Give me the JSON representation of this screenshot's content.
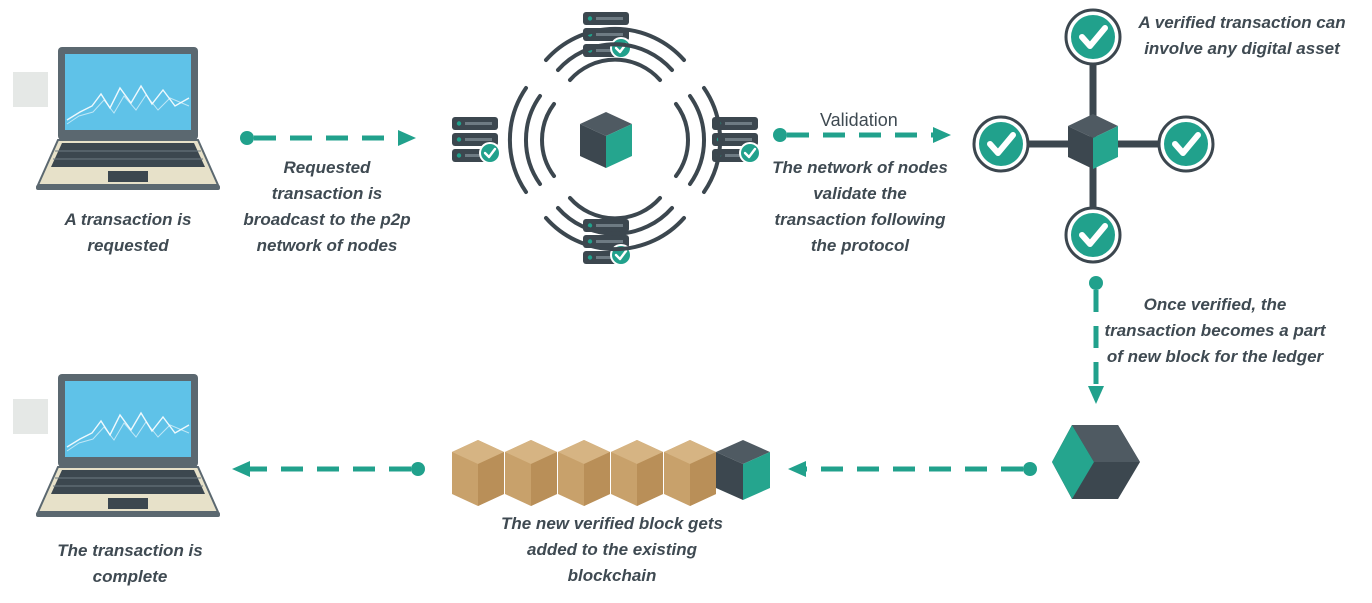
{
  "colors": {
    "teal": "#21a18c",
    "cube_dark": "#3c474f",
    "cube_mid": "#4f5a62",
    "cube_teal": "#25a58e",
    "old_block": "#c8a16b",
    "screen": "#5fc2e8",
    "laptop_body": "#5b6870",
    "text": "#3f4a52",
    "placeholder": "#e5e8e6"
  },
  "icons": {
    "laptop": "laptop-icon",
    "server": "server-stack-icon",
    "check": "check-circle-icon",
    "cube": "block-cube-icon",
    "signal": "broadcast-waves-icon"
  },
  "steps": {
    "requested": "A transaction is requested",
    "broadcast": "Requested transaction is broadcast to the p2p network of nodes",
    "validation_label": "Validation",
    "validate": "The network of nodes validate the transaction following the protocol",
    "asset": "A verified transaction can involve any digital asset",
    "verified": "Once verified, the transaction becomes a part of new block for the ledger",
    "chain": "The new verified block gets added to the existing blockchain",
    "complete": "The transaction is complete"
  }
}
